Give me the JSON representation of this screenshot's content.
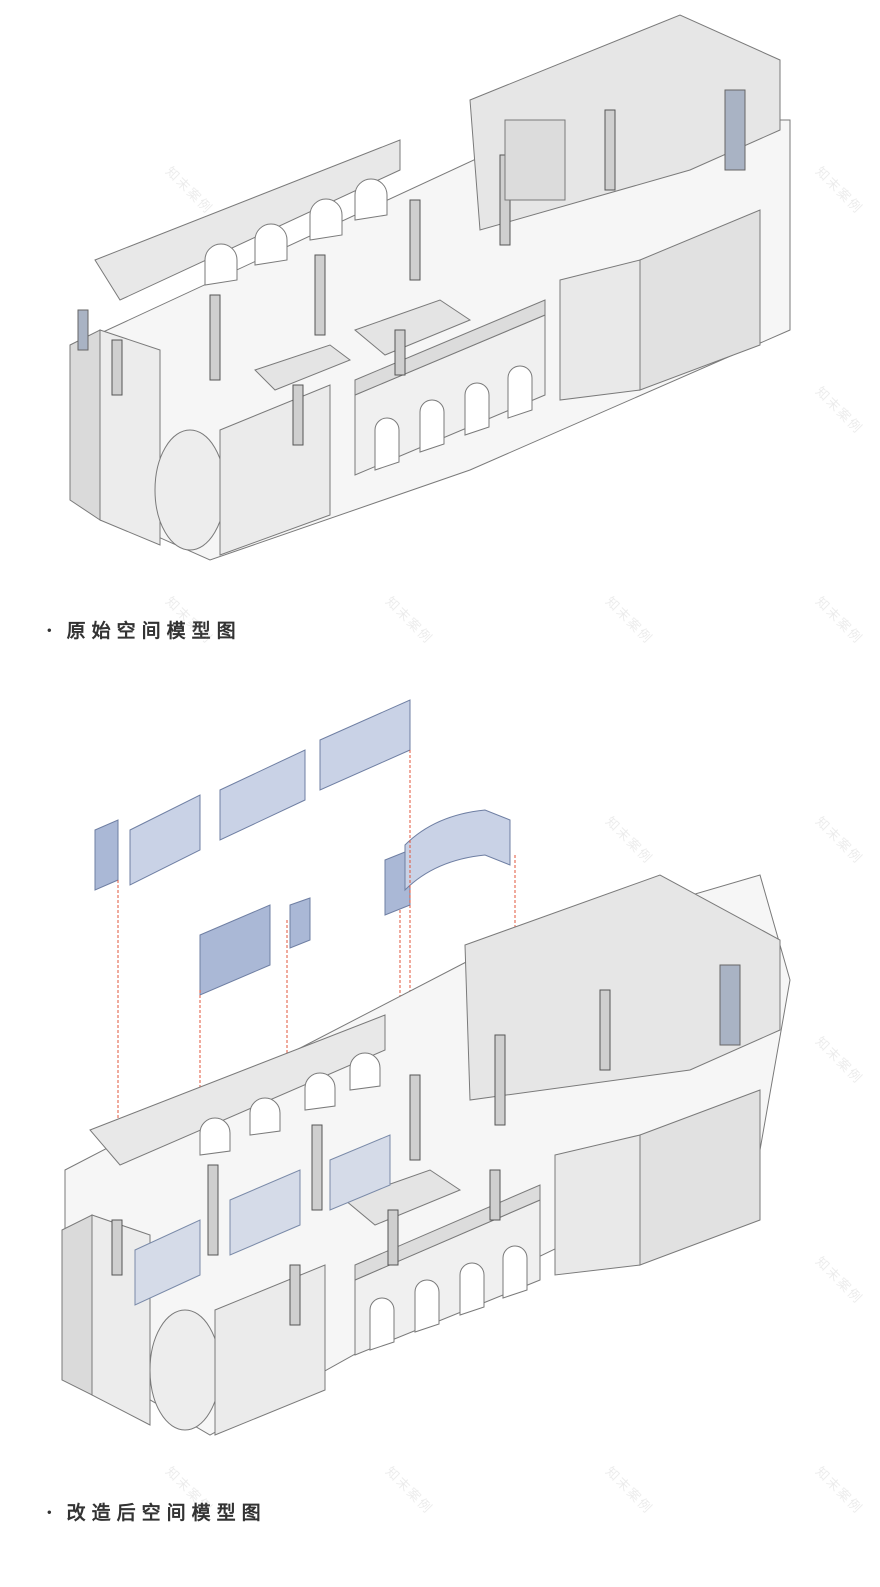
{
  "captions": {
    "original": "原始空间模型图",
    "renovated": "改造后空间模型图",
    "bullet": "·"
  },
  "watermark": "知末案例",
  "colors": {
    "wall": "#efefef",
    "wall_dark": "#d9d9d9",
    "wall_shade": "#c9c9c9",
    "line": "#7a7a7a",
    "accent_blue": "#aab8d6",
    "guide_red": "#e0553b"
  }
}
